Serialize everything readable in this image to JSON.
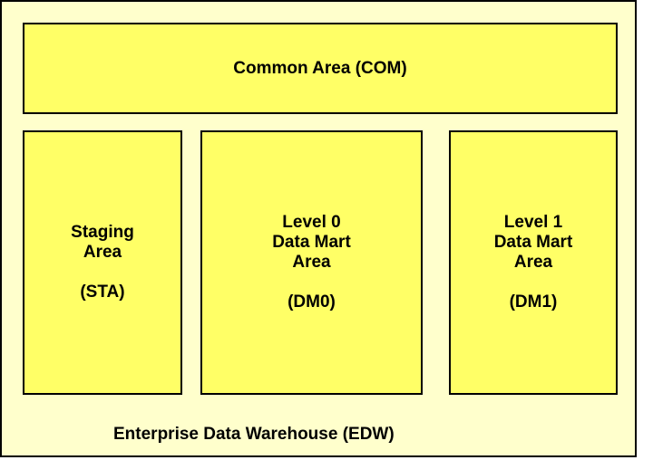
{
  "diagram": {
    "title": "Enterprise Data Warehouse (EDW)",
    "common_area": {
      "label": "Common Area (COM)"
    },
    "areas": [
      {
        "id": "sta",
        "label": "Staging\nArea\n\n(STA)"
      },
      {
        "id": "dm0",
        "label": "Level 0\nData Mart\nArea\n\n(DM0)"
      },
      {
        "id": "dm1",
        "label": "Level 1\nData Mart\nArea\n\n(DM1)"
      }
    ],
    "colors": {
      "canvas": "#ffffff",
      "outer_fill": "#ffffcc",
      "box_fill": "#ffff66",
      "border": "#000000",
      "text": "#000000"
    }
  }
}
